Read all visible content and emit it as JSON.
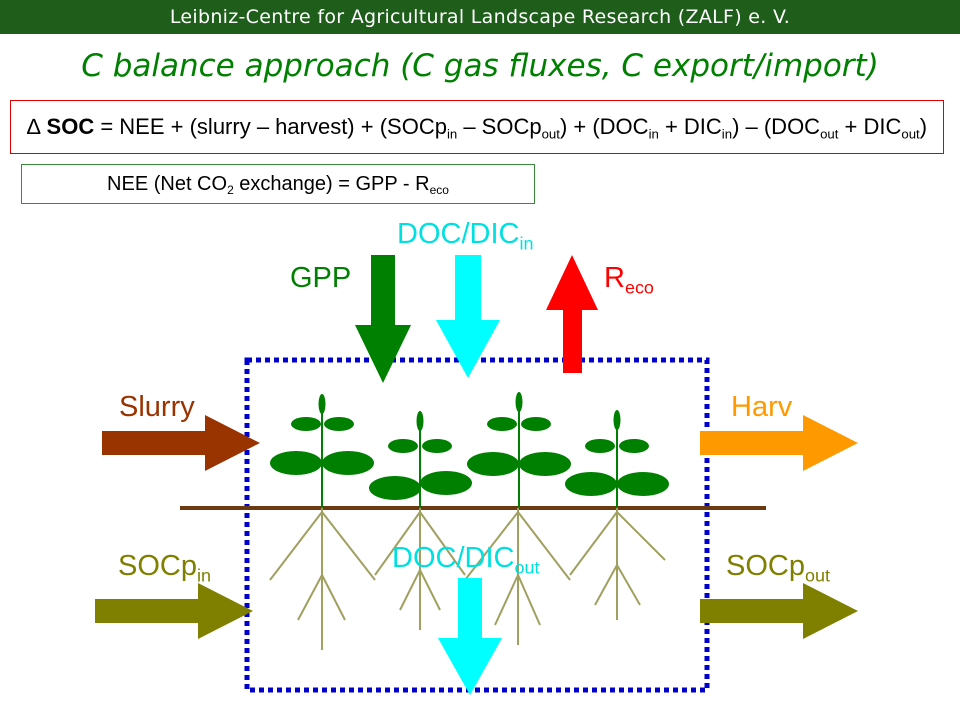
{
  "header": {
    "org": "Leibniz-Centre for Agricultural Landscape Research (ZALF) e. V."
  },
  "title": "C balance approach (C gas fluxes, C export/import)",
  "equation": {
    "delta": "∆",
    "soc": "SOC",
    "p1": " = NEE + (slurry – harvest) + (SOCp",
    "s1": "in",
    "p2": " – SOCp",
    "s2": "out",
    "p3": ") + (DOC",
    "s3": "in",
    "p4": " + DIC",
    "s4": "in",
    "p5": ") – (DOC",
    "s5": "out",
    "p6": " + DIC",
    "s6": "out",
    "p7": ")"
  },
  "nee": {
    "p1": "NEE (Net  CO",
    "s1": "2",
    "p2": " exchange) = GPP - R",
    "s2": "eco"
  },
  "labels": {
    "doc_in": {
      "main": "DOC/DIC",
      "sub": "in"
    },
    "gpp": "GPP",
    "reco": {
      "main": "R",
      "sub": "eco"
    },
    "slurry": "Slurry",
    "harv": "Harv",
    "socp_in": {
      "main": "SOCp",
      "sub": "in"
    },
    "doc_out": {
      "main": "DOC/DIC",
      "sub": "out"
    },
    "socp_out": {
      "main": "SOCp",
      "sub": "out"
    }
  },
  "colors": {
    "header_bg": "#1f5d1b",
    "title": "#008000",
    "gpp": "#008000",
    "doc": "#00ffff",
    "reco": "#ff0000",
    "slurry": "#993300",
    "harv": "#ff9900",
    "socp": "#808000",
    "boundary": "#0000cc",
    "soil": "#6b3a10",
    "roots": "#a0a060",
    "plant": "#008000"
  }
}
